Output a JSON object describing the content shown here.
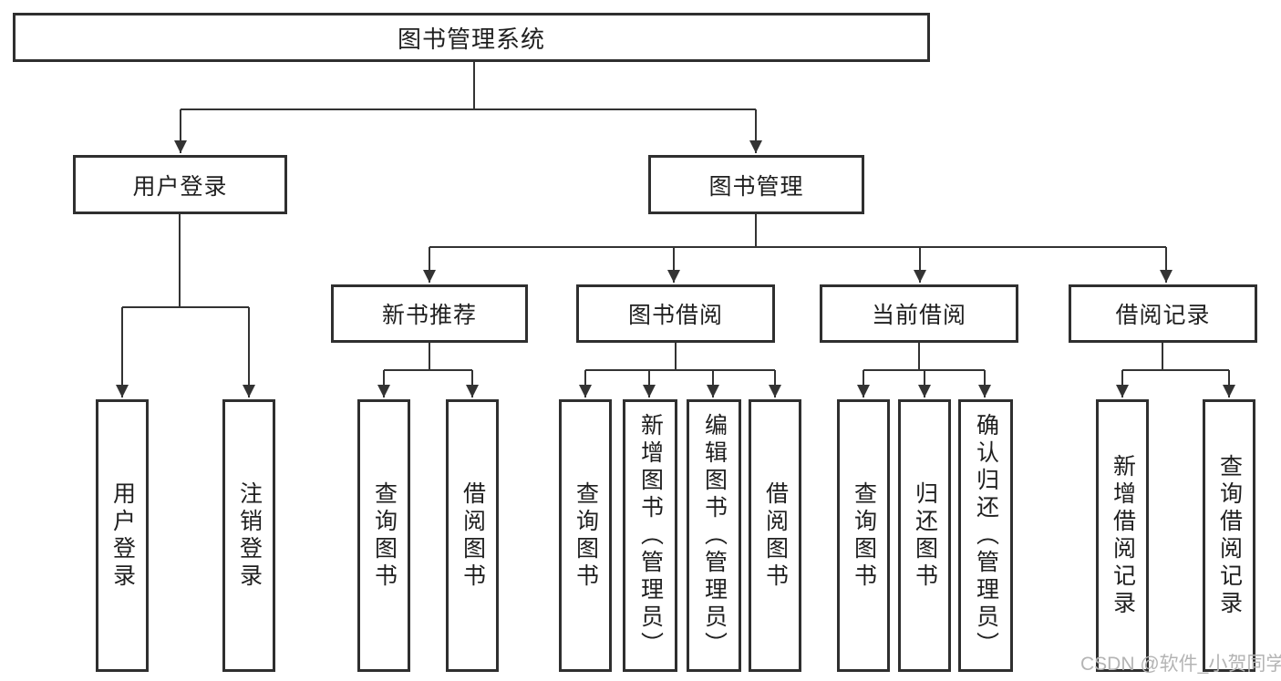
{
  "diagram": {
    "root": {
      "label": "图书管理系统"
    },
    "branches": [
      {
        "label": "用户登录",
        "children": [
          "用户登录",
          "注销登录"
        ]
      },
      {
        "label": "图书管理",
        "sections": [
          {
            "label": "新书推荐",
            "children": [
              "查询图书",
              "借阅图书"
            ]
          },
          {
            "label": "图书借阅",
            "children": [
              "查询图书",
              "新增图书（管理员）",
              "编辑图书（管理员）",
              "借阅图书"
            ]
          },
          {
            "label": "当前借阅",
            "children": [
              "查询图书",
              "归还图书",
              "确认归还（管理员）"
            ]
          },
          {
            "label": "借阅记录",
            "children": [
              "新增借阅记录",
              "查询借阅记录"
            ]
          }
        ]
      }
    ]
  },
  "watermark": {
    "text": "CSDN @软件_小贺同学"
  },
  "colors": {
    "line": "#333333",
    "border": "#2f2f2f",
    "text": "#1f1f1f",
    "watermark": "#b4b4b4",
    "background": "#ffffff"
  }
}
